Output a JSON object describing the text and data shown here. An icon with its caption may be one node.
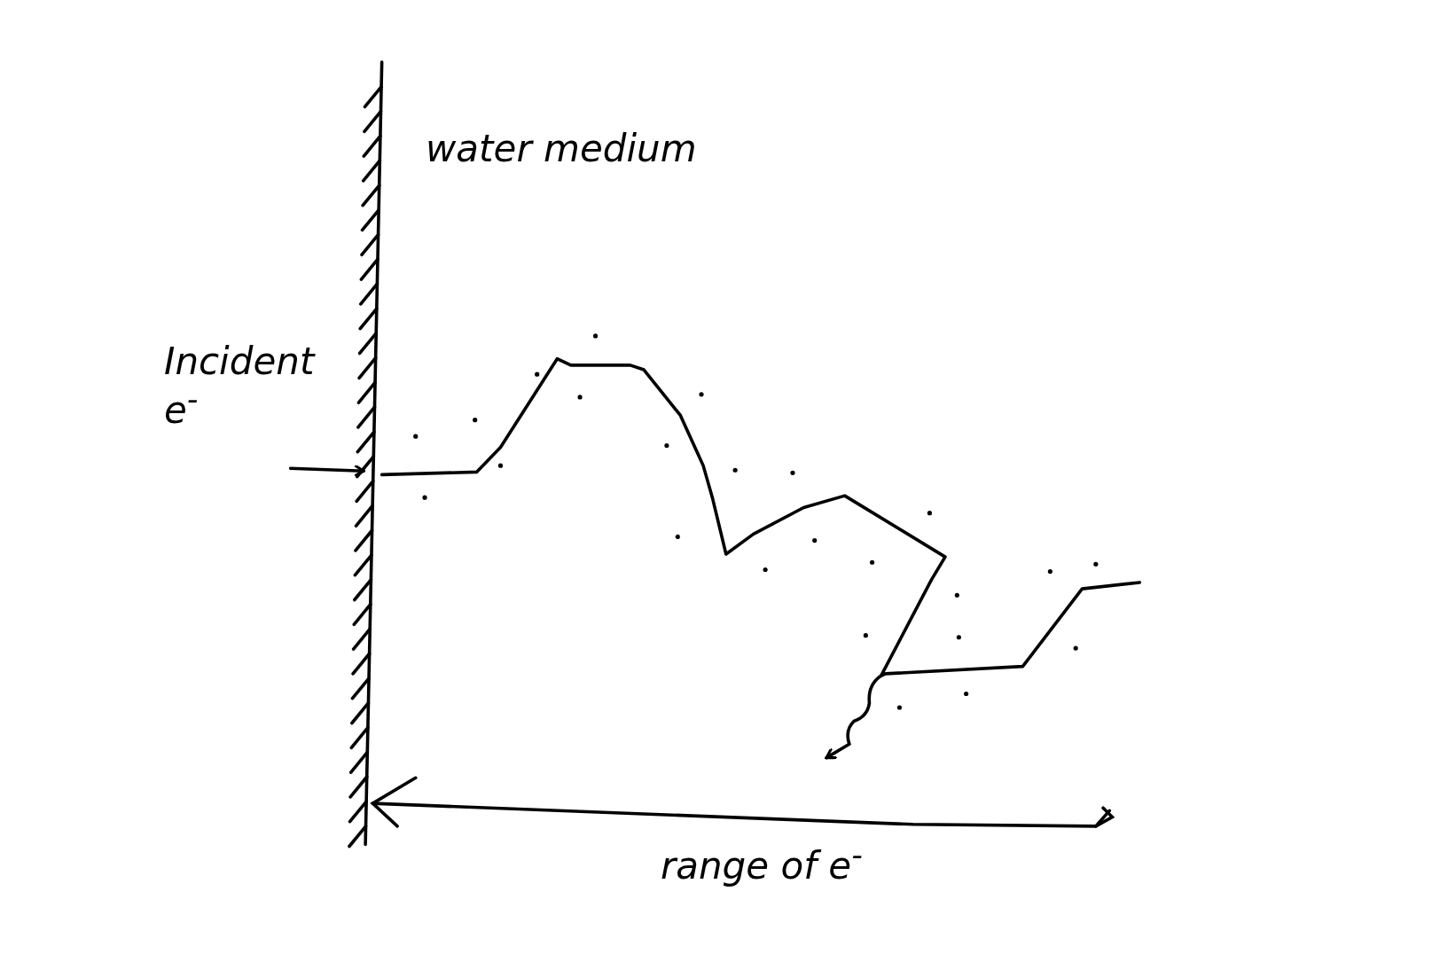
{
  "diagram": {
    "labels": [
      "water medium",
      "Incident e$^{-}$",
      "range of e$^{-}$"
    ]
  }
}
